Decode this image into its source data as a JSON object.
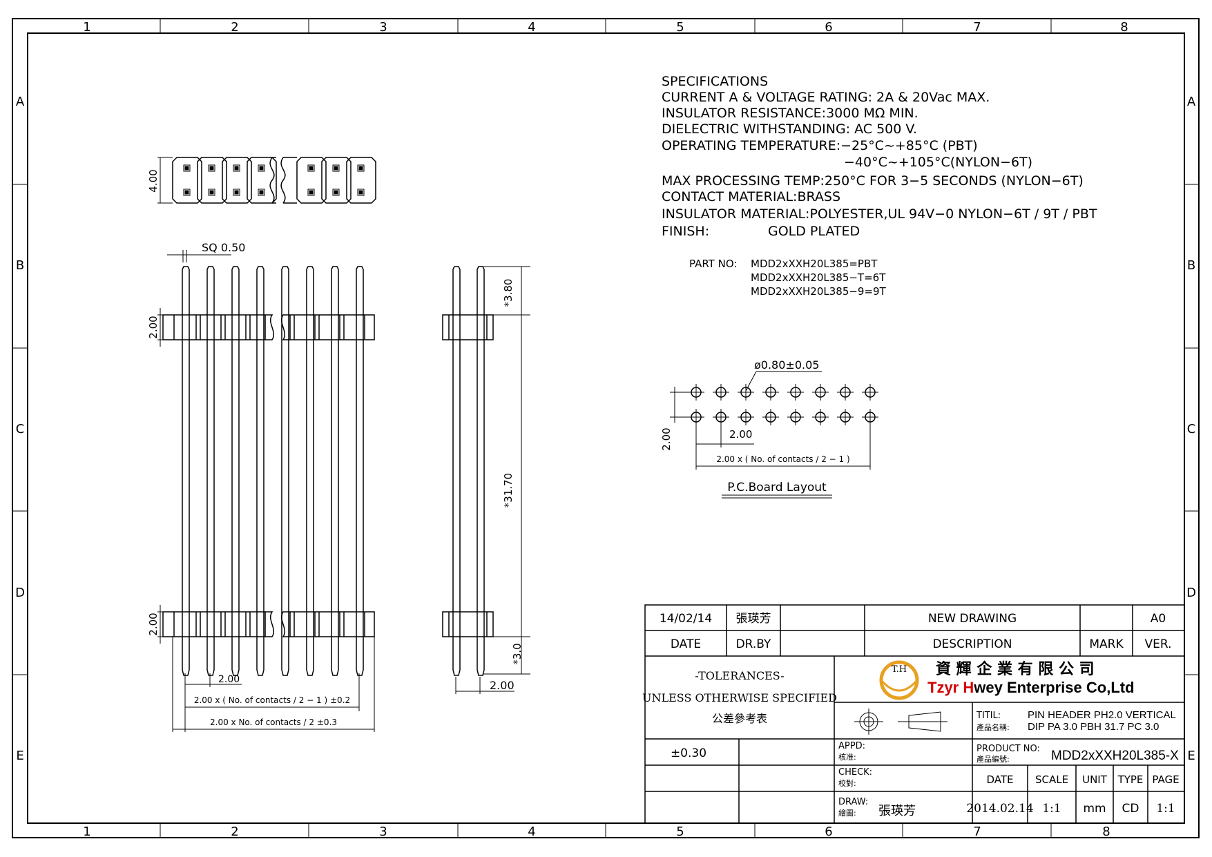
{
  "frame": {
    "columns": [
      "1",
      "2",
      "3",
      "4",
      "5",
      "6",
      "7",
      "8"
    ],
    "bottom_columns": [
      "1",
      "2",
      "3",
      "4",
      "5",
      "6",
      "7",
      "8"
    ],
    "rows": [
      "A",
      "B",
      "C",
      "D",
      "E"
    ]
  },
  "specs": {
    "title": "SPECIFICATIONS",
    "lines": [
      "CURRENT A & VOLTAGE RATING: 2A & 20Vac MAX.",
      "INSULATOR RESISTANCE:3000 MΩ MIN.",
      "DIELECTRIC WITHSTANDING: AC 500 V.",
      "OPERATING TEMPERATURE:−25°C~+85°C (PBT)",
      "−40°C~+105°C(NYLON−6T)",
      "MAX PROCESSING TEMP:250°C FOR 3−5 SECONDS (NYLON−6T)",
      "CONTACT MATERIAL:BRASS",
      "INSULATOR MATERIAL:POLYESTER,UL 94V−0 NYLON−6T / 9T / PBT"
    ],
    "finish_label": "FINISH:",
    "finish_value": "GOLD PLATED"
  },
  "part_no": {
    "label": "PART NO:",
    "values": [
      "MDD2xXXH20L385=PBT",
      "MDD2xXXH20L385−T=6T",
      "MDD2xXXH20L385−9=9T"
    ]
  },
  "dims": {
    "top_height": "4.00",
    "sq": "SQ 0.50",
    "housing_top": "2.00",
    "housing_bottom": "2.00",
    "pitch_front": "2.00",
    "span1": "2.00 x ( No. of contacts / 2 − 1 ) ±0.2",
    "span2": "2.00 x No. of contacts / 2 ±0.3",
    "side_top": "*3.80",
    "side_mid": "*31.70",
    "side_bottom": "*3.0",
    "side_pitch": "2.00",
    "hole": "ø0.80±0.05",
    "pcb_pitch": "2.00",
    "pcb_row": "2.00",
    "pcb_span": "2.00 x ( No. of contacts / 2 − 1 )",
    "pcb_caption": "P.C.Board Layout"
  },
  "titleblock": {
    "rev_date": "14/02/14",
    "rev_drawer": "張瑛芳",
    "rev_desc": "NEW DRAWING",
    "rev_ver": "A0",
    "h_date": "DATE",
    "h_drby": "DR.BY",
    "h_desc": "DESCRIPTION",
    "h_mark": "MARK",
    "h_ver": "VER.",
    "tol_title": "-TOLERANCES-",
    "tol_sub": "UNLESS OTHERWISE SPECIFIED",
    "tol_cn": "公差參考表",
    "tol_value": "±0.30",
    "logo_mark": "T.H",
    "company_cn": "資 輝 企 業 有 限 公 司",
    "company_en_1": "Tzyr ",
    "company_en_h": "H",
    "company_en_2": "wey Enterprise Co,Ltd",
    "title_label": "TITIL:",
    "title_label_cn": "產品名稱:",
    "title_1": "PIN HEADER PH2.0 VERTICAL",
    "title_2": "DIP PA 3.0 PBH 31.7 PC 3.0",
    "appd": "APPD:",
    "appd_cn": "核准:",
    "check": "CHECK:",
    "check_cn": "校對:",
    "draw": "DRAW:",
    "draw_cn": "繪圖:",
    "drawer": "張瑛芳",
    "product_label": "PRODUCT NO:",
    "product_label_cn": "產品編號:",
    "product_no": "MDD2xXXH20L385-X",
    "h_date2": "DATE",
    "h_scale": "SCALE",
    "h_unit": "UNIT",
    "h_type": "TYPE",
    "h_page": "PAGE",
    "date": "2014.02.14",
    "scale": "1:1",
    "unit": "mm",
    "type": "CD",
    "page": "1:1"
  },
  "colors": {
    "accent_red": "#d40000",
    "logo_gold": "#e8a020"
  }
}
